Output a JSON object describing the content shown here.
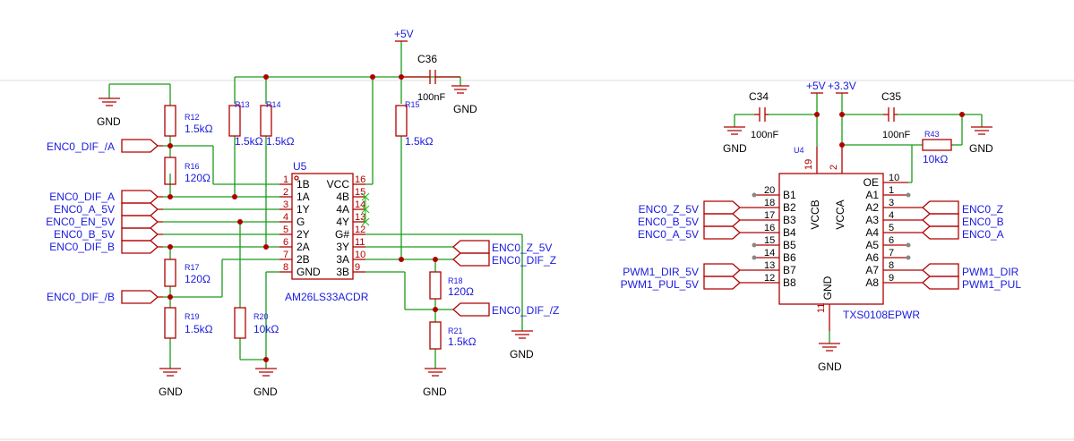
{
  "power": {
    "vcc5": "+5V",
    "vcc33": "+3.3V",
    "gnd": "GND"
  },
  "caps": {
    "c36": {
      "ref": "C36",
      "value": "100nF"
    },
    "c34": {
      "ref": "C34",
      "value": "100nF"
    },
    "c35": {
      "ref": "C35",
      "value": "100nF"
    }
  },
  "resistors": {
    "r12": {
      "ref": "R12",
      "value": "1.5kΩ"
    },
    "r13": {
      "ref": "R13",
      "value": "1.5kΩ"
    },
    "r14": {
      "ref": "R14",
      "value": "1.5kΩ"
    },
    "r15": {
      "ref": "R15",
      "value": "1.5kΩ"
    },
    "r16": {
      "ref": "R16",
      "value": "120Ω"
    },
    "r17": {
      "ref": "R17",
      "value": "120Ω"
    },
    "r18": {
      "ref": "R18",
      "value": "120Ω"
    },
    "r19": {
      "ref": "R19",
      "value": "1.5kΩ"
    },
    "r20": {
      "ref": "R20",
      "value": "10kΩ"
    },
    "r21": {
      "ref": "R21",
      "value": "1.5kΩ"
    },
    "r43": {
      "ref": "R43",
      "value": "10kΩ"
    }
  },
  "u5": {
    "ref": "U5",
    "part": "AM26LS33ACDR",
    "left_pins": [
      {
        "num": "1",
        "name": "1B"
      },
      {
        "num": "2",
        "name": "1A"
      },
      {
        "num": "3",
        "name": "1Y"
      },
      {
        "num": "4",
        "name": "G"
      },
      {
        "num": "5",
        "name": "2Y"
      },
      {
        "num": "6",
        "name": "2A"
      },
      {
        "num": "7",
        "name": "2B"
      },
      {
        "num": "8",
        "name": "GND"
      }
    ],
    "right_pins": [
      {
        "num": "16",
        "name": "VCC"
      },
      {
        "num": "15",
        "name": "4B"
      },
      {
        "num": "14",
        "name": "4A"
      },
      {
        "num": "13",
        "name": "4Y"
      },
      {
        "num": "12",
        "name": "G#"
      },
      {
        "num": "11",
        "name": "3Y"
      },
      {
        "num": "10",
        "name": "3A"
      },
      {
        "num": "9",
        "name": "3B"
      }
    ]
  },
  "u4": {
    "ref": "U4",
    "part": "TXS0108EPWR",
    "top_pins": [
      {
        "num": "19",
        "name": "VCCB"
      },
      {
        "num": "2",
        "name": "VCCA"
      }
    ],
    "bottom_pin": {
      "num": "11",
      "name": "GND"
    },
    "left_pins": [
      {
        "num": "20",
        "name": "B1"
      },
      {
        "num": "18",
        "name": "B2"
      },
      {
        "num": "17",
        "name": "B3"
      },
      {
        "num": "16",
        "name": "B4"
      },
      {
        "num": "15",
        "name": "B5"
      },
      {
        "num": "14",
        "name": "B6"
      },
      {
        "num": "13",
        "name": "B7"
      },
      {
        "num": "12",
        "name": "B8"
      }
    ],
    "right_pins": [
      {
        "num": "10",
        "name": "OE"
      },
      {
        "num": "1",
        "name": "A1"
      },
      {
        "num": "3",
        "name": "A2"
      },
      {
        "num": "4",
        "name": "A3"
      },
      {
        "num": "5",
        "name": "A4"
      },
      {
        "num": "6",
        "name": "A5"
      },
      {
        "num": "7",
        "name": "A6"
      },
      {
        "num": "8",
        "name": "A7"
      },
      {
        "num": "9",
        "name": "A8"
      }
    ]
  },
  "nets": {
    "enc0_dif_na": "ENC0_DIF_/A",
    "enc0_dif_a": "ENC0_DIF_A",
    "enc0_a_5v": "ENC0_A_5V",
    "enc0_en_5v": "ENC0_EN_5V",
    "enc0_b_5v": "ENC0_B_5V",
    "enc0_dif_b": "ENC0_DIF_B",
    "enc0_dif_nb": "ENC0_DIF_/B",
    "enc0_z_5v_out": "ENC0_Z_5V",
    "enc0_dif_z": "ENC0_DIF_Z",
    "enc0_dif_nz": "ENC0_DIF_/Z",
    "enc0_z_5v": "ENC0_Z_5V",
    "enc0_b_5v_r": "ENC0_B_5V",
    "enc0_a_5v_r": "ENC0_A_5V",
    "pwm1_dir_5v": "PWM1_DIR_5V",
    "pwm1_pul_5v": "PWM1_PUL_5V",
    "enc0_z": "ENC0_Z",
    "enc0_b": "ENC0_B",
    "enc0_a": "ENC0_A",
    "pwm1_dir": "PWM1_DIR",
    "pwm1_pul": "PWM1_PUL"
  }
}
